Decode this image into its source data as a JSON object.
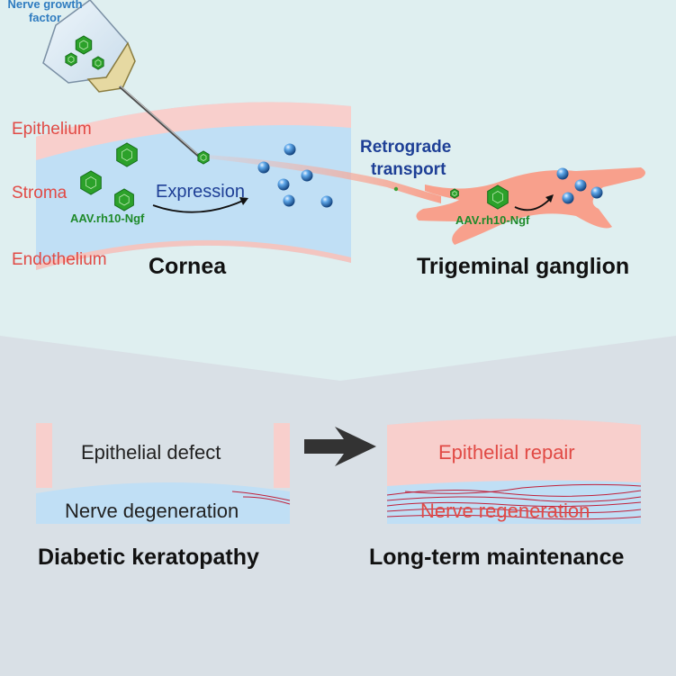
{
  "top": {
    "syringe_label": "Nerve growth factor",
    "epithelium": "Epithelium",
    "stroma": "Stroma",
    "endothelium": "Endothelium",
    "aav_label_cornea": "AAV.rh10-Ngf",
    "expression": "Expression",
    "cornea_title": "Cornea",
    "retrograde": "Retrograde",
    "transport": "transport",
    "aav_label_ganglion": "AAV.rh10-Ngf",
    "ganglion_title": "Trigeminal ganglion"
  },
  "bottom": {
    "left_top_text": "Epithelial defect",
    "left_bottom_text": "Nerve degeneration",
    "left_title": "Diabetic keratopathy",
    "right_top_text": "Epithelial repair",
    "right_bottom_text": "Nerve regeneration",
    "right_title": "Long-term maintenance"
  },
  "colors": {
    "top_bg": "#dfeff0",
    "bottom_bg": "#d9e0e6",
    "epithelium": "#f8cfcc",
    "stroma": "#c0dff5",
    "ganglion": "#f8a08c",
    "virus": "#2ca12a",
    "label_red": "#e14a45",
    "label_navy": "#1e3f96",
    "label_green": "#1e8a2a",
    "nerve": "#c0203a"
  }
}
